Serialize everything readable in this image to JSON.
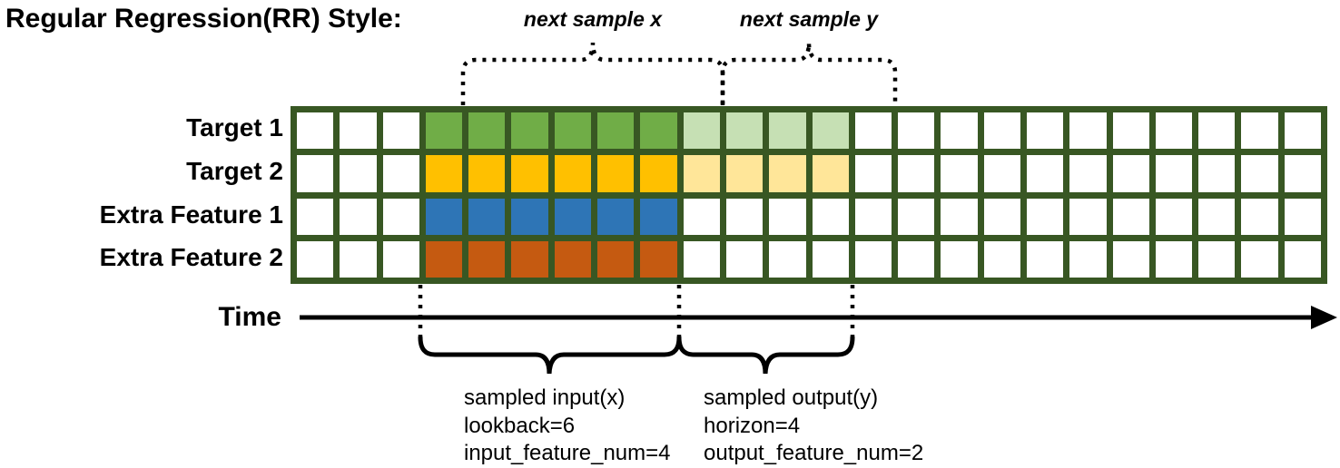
{
  "title": "Regular Regression(RR) Style:",
  "annotations": {
    "next_sample_x": "next sample x",
    "next_sample_y": "next sample y",
    "time": "Time",
    "sampled_input": [
      "sampled input(x)",
      "lookback=6",
      "input_feature_num=4"
    ],
    "sampled_output": [
      "sampled output(y)",
      "horizon=4",
      "output_feature_num=2"
    ]
  },
  "grid": {
    "columns": 24,
    "row_labels": [
      "Target 1",
      "Target 2",
      "Extra Feature 1",
      "Extra Feature 2"
    ],
    "input_start_col": 3,
    "lookback": 6,
    "horizon": 4,
    "input_feature_num": 4,
    "output_feature_num": 2,
    "input_colors": [
      "#70ad47",
      "#ffc000",
      "#2e75b6",
      "#c55a11"
    ],
    "output_colors": [
      "#c6e0b4",
      "#ffe699",
      null,
      null
    ],
    "frame_color": "#385723",
    "empty_color": "#ffffff",
    "annotation_color": "#000000"
  }
}
